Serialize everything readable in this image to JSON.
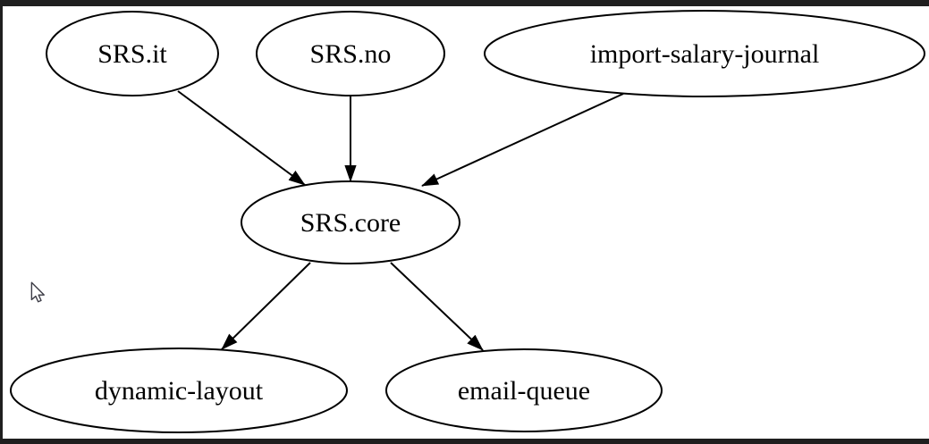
{
  "window": {
    "background_color": "#ffffff",
    "frame_color": "#1f1f1f"
  },
  "diagram": {
    "type": "directed-dependency-graph",
    "stroke_color": "#000000",
    "node_fill_color": "#ffffff",
    "nodes": [
      {
        "id": "srs-it",
        "label": "SRS.it"
      },
      {
        "id": "srs-no",
        "label": "SRS.no"
      },
      {
        "id": "import-salary-journal",
        "label": "import-salary-journal"
      },
      {
        "id": "srs-core",
        "label": "SRS.core"
      },
      {
        "id": "dynamic-layout",
        "label": "dynamic-layout"
      },
      {
        "id": "email-queue",
        "label": "email-queue"
      }
    ],
    "edges": [
      {
        "from": "SRS.it",
        "to": "SRS.core"
      },
      {
        "from": "SRS.no",
        "to": "SRS.core"
      },
      {
        "from": "import-salary-journal",
        "to": "SRS.core"
      },
      {
        "from": "SRS.core",
        "to": "dynamic-layout"
      },
      {
        "from": "SRS.core",
        "to": "email-queue"
      }
    ]
  },
  "cursor": {
    "type": "arrow-pointer"
  }
}
